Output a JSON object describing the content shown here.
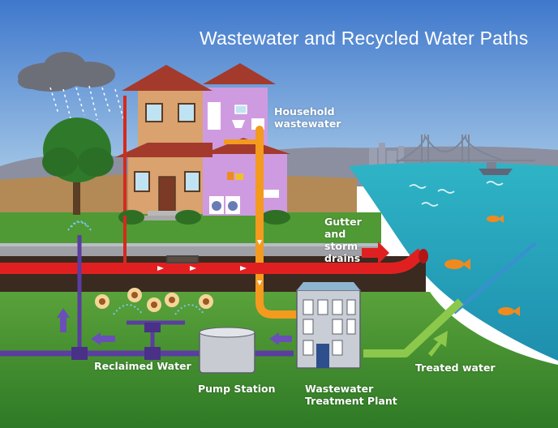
{
  "title": "Wastewater and Recycled Water Paths",
  "labels": {
    "household": [
      "Household",
      "wastewater"
    ],
    "gutter": [
      "Gutter",
      "and",
      "storm",
      "drains"
    ],
    "reclaimed": "Reclaimed Water",
    "pump": "Pump Station",
    "plant": [
      "Wastewater",
      "Treatment Plant"
    ],
    "treated": "Treated water"
  },
  "colors": {
    "sky": "#5f93d6",
    "storm_pipe": "#e02020",
    "household_pipe": "#f39a1f",
    "reclaimed_pipe": "#5b3ea0",
    "treated_pipe": "#8cc84b",
    "bay_water": "#3ec0d0",
    "grass": "#3b8a2a"
  },
  "icons": [
    "rain-cloud-icon",
    "arrow-right-icon",
    "arrow-left-icon",
    "arrow-up-icon",
    "fish-icon",
    "sprinkler-icon",
    "flower-icon"
  ]
}
